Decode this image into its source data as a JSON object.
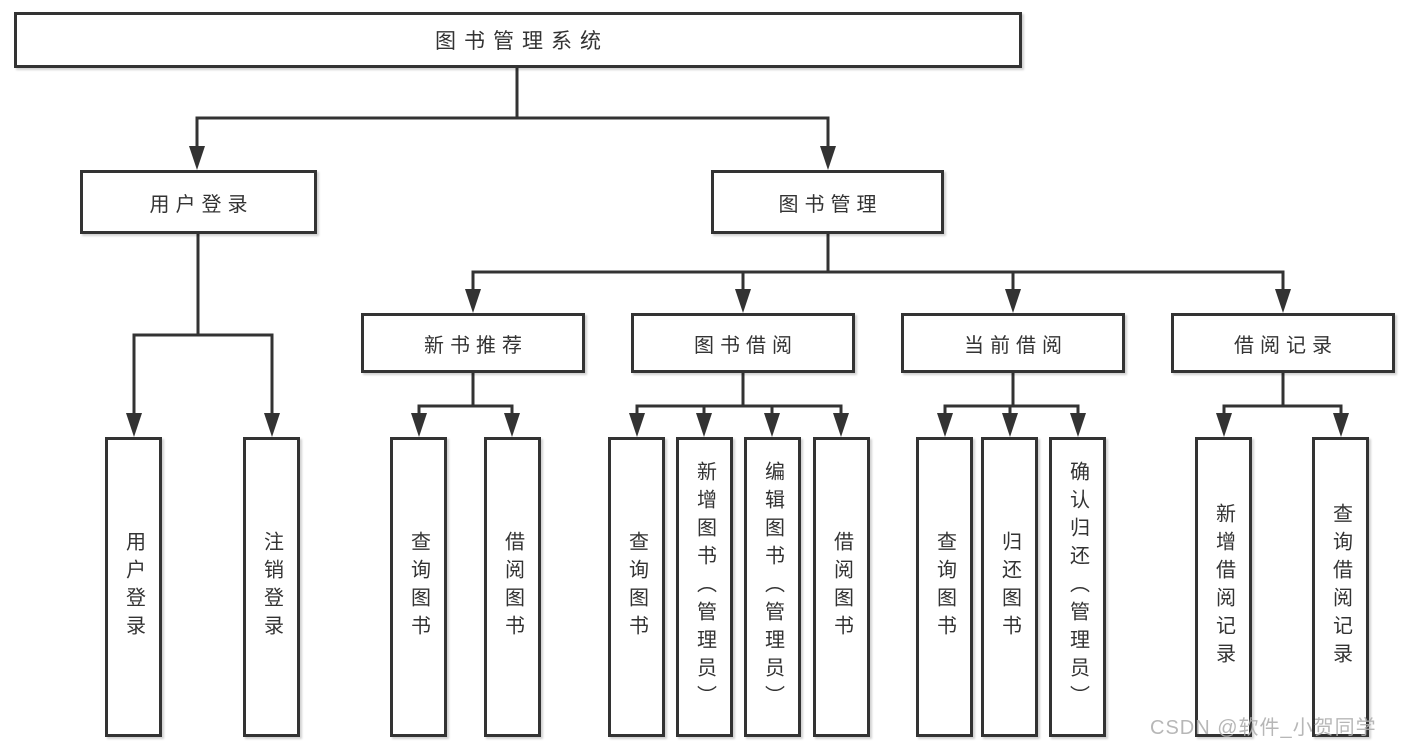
{
  "colors": {
    "line": "#333333",
    "box_border": "#333333",
    "box_fill": "#ffffff",
    "text": "#333333",
    "watermark": "#b0b0b0",
    "background": "#ffffff"
  },
  "watermark": {
    "text": "CSDN @软件_小贺同学"
  },
  "tree": {
    "label": "图书管理系统",
    "children": [
      {
        "label": "用户登录",
        "children": [
          {
            "label": "用户登录"
          },
          {
            "label": "注销登录"
          }
        ]
      },
      {
        "label": "图书管理",
        "children": [
          {
            "label": "新书推荐",
            "children": [
              {
                "label": "查询图书"
              },
              {
                "label": "借阅图书"
              }
            ]
          },
          {
            "label": "图书借阅",
            "children": [
              {
                "label": "查询图书"
              },
              {
                "label": "新增图书（管理员）"
              },
              {
                "label": "编辑图书（管理员）"
              },
              {
                "label": "借阅图书"
              }
            ]
          },
          {
            "label": "当前借阅",
            "children": [
              {
                "label": "查询图书"
              },
              {
                "label": "归还图书"
              },
              {
                "label": "确认归还（管理员）"
              }
            ]
          },
          {
            "label": "借阅记录",
            "children": [
              {
                "label": "新增借阅记录"
              },
              {
                "label": "查询借阅记录"
              }
            ]
          }
        ]
      }
    ]
  }
}
